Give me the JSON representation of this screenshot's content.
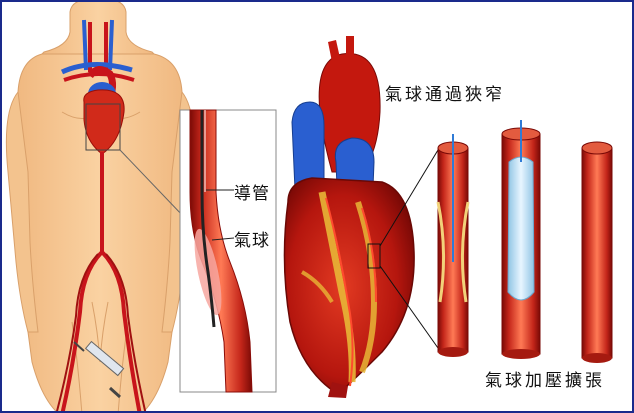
{
  "labels": {
    "catheter": "導管",
    "balloon": "氣球",
    "balloon_through_stenosis": "氣球通過狹窄",
    "balloon_inflation_dilation": "氣球加壓擴張"
  },
  "colors": {
    "frame_border": "#1a2a8c",
    "skin": "#f6c892",
    "skin_outline": "#d9a06a",
    "artery_red": "#c8141b",
    "vein_blue": "#2a5fd0",
    "vessel_wall": "#b01a10",
    "vessel_inner": "#ff6a4a",
    "balloon_blue": "#bfe3f7",
    "fat_yellow": "#e8b636"
  }
}
